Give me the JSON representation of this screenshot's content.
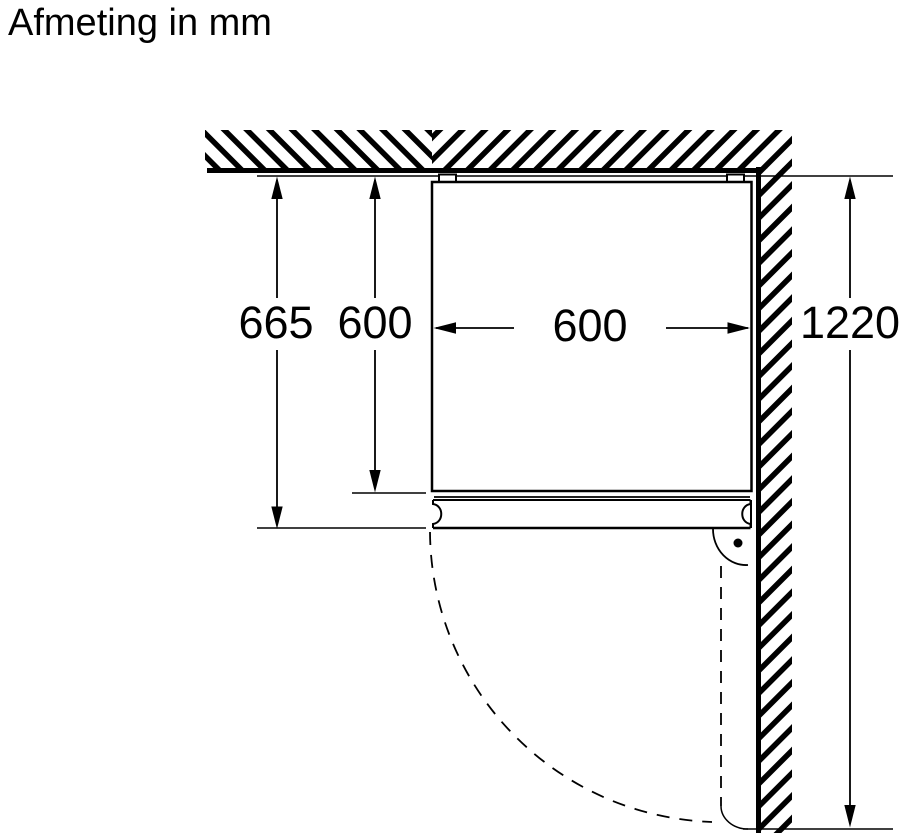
{
  "title": "Afmeting in mm",
  "units": "mm",
  "dimensions": {
    "depth_overall": "665",
    "depth_body": "600",
    "width": "600",
    "swing_clearance": "1220"
  },
  "colors": {
    "ink": "#000000",
    "background": "#ffffff"
  }
}
